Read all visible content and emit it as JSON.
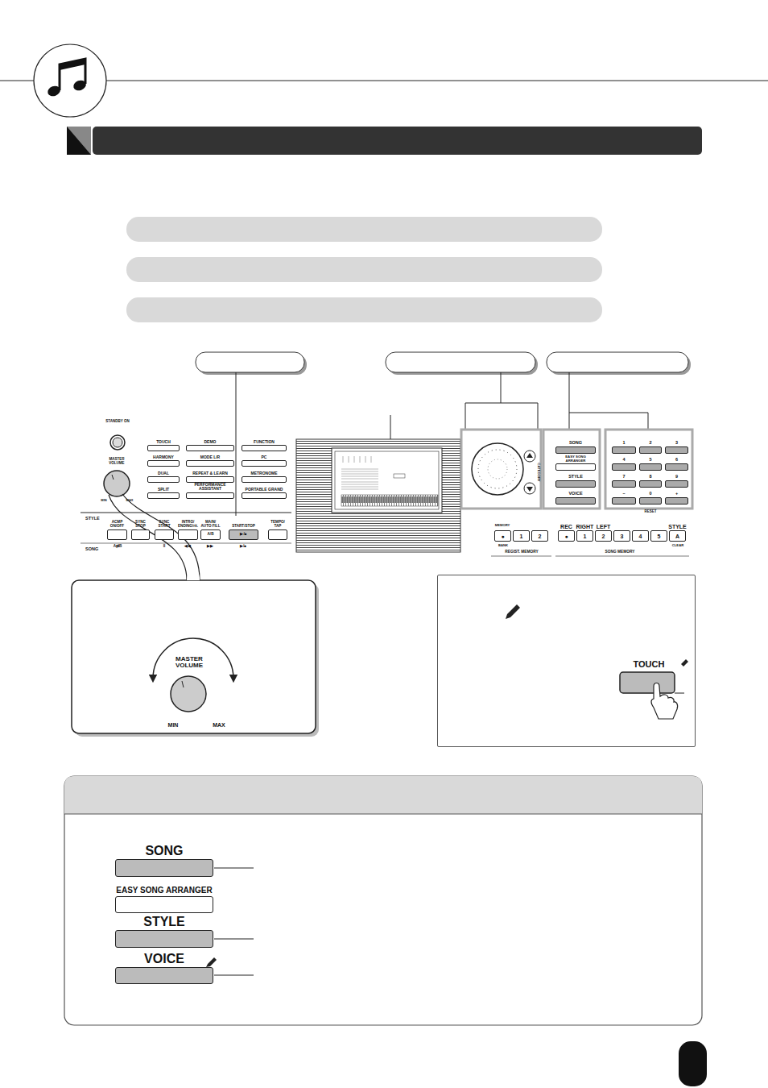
{
  "diagram": {
    "nodes": [
      {
        "text": [
          "TOUCH"
        ]
      },
      {
        "text": [
          "DEMO"
        ]
      },
      {
        "text": [
          "FUNCTION"
        ]
      },
      {
        "text": [
          "HARMONY"
        ]
      },
      {
        "text": [
          "MODE L/R"
        ]
      },
      {
        "text": [
          "PC"
        ]
      },
      {
        "text": [
          "DUAL"
        ]
      },
      {
        "text": [
          "REPEAT & LEARN"
        ]
      },
      {
        "text": [
          "METRONOME"
        ]
      },
      {
        "text": [
          "SPLIT"
        ]
      },
      {
        "text": [
          "PERFORMANCE ASSISTANT"
        ]
      },
      {
        "text": [
          "PORTABLE GRAND"
        ]
      },
      {
        "text": [
          "ACMP ON/OFF"
        ]
      },
      {
        "text": [
          "SYNC STOP"
        ]
      },
      {
        "text": [
          "SYNC START"
        ]
      },
      {
        "text": [
          "INTRO/ ENDING/rit."
        ]
      },
      {
        "text": [
          "MAIN/ AUTO FILL",
          "A/B"
        ]
      },
      {
        "text": [
          "START/STOP",
          "▶/■"
        ]
      },
      {
        "text": [
          "TEMPO/ TAP"
        ]
      },
      {
        "text": [
          "SONG"
        ]
      },
      {
        "text": [
          "EASY SONG ARRANGER"
        ]
      },
      {
        "text": [
          "STYLE"
        ]
      },
      {
        "text": [
          "VOICE"
        ]
      },
      {
        "text": [
          "1"
        ]
      },
      {
        "text": [
          "2"
        ]
      },
      {
        "text": [
          "3"
        ]
      },
      {
        "text": [
          "4"
        ]
      },
      {
        "text": [
          "5"
        ]
      },
      {
        "text": [
          "6"
        ]
      },
      {
        "text": [
          "7"
        ]
      },
      {
        "text": [
          "8"
        ]
      },
      {
        "text": [
          "9"
        ]
      },
      {
        "text": [
          "–"
        ]
      },
      {
        "text": [
          "0"
        ]
      },
      {
        "text": [
          "+"
        ]
      },
      {
        "text": [
          "●"
        ]
      },
      {
        "text": [
          "1"
        ]
      },
      {
        "text": [
          "2"
        ]
      },
      {
        "text": [
          "REC",
          "●"
        ]
      },
      {
        "text": [
          "RIGHT",
          "1"
        ]
      },
      {
        "text": [
          "LEFT",
          "2"
        ]
      },
      {
        "text": [
          "3"
        ]
      },
      {
        "text": [
          "4"
        ]
      },
      {
        "text": [
          "5"
        ]
      },
      {
        "text": [
          "STYLE",
          "A"
        ]
      },
      {
        "text": [
          "MASTER VOLUME",
          "MIN",
          "MAX"
        ]
      },
      {
        "text": [
          "TOUCH"
        ]
      },
      {
        "text": [
          "SONG"
        ]
      },
      {
        "text": [
          "EASY SONG ARRANGER"
        ]
      },
      {
        "text": [
          "STYLE"
        ]
      },
      {
        "text": [
          "VOICE"
        ]
      }
    ],
    "labels": [
      "STANDBY ON",
      "MASTER VOLUME",
      "MIN",
      "MAX",
      "STYLE",
      "A⇄B",
      "II",
      "◀◀",
      "▶▶",
      "▶/■",
      "SONG",
      "CATEGORY",
      "RESET",
      "MEMORY",
      "BANK",
      "REGIST. MEMORY",
      "SONG MEMORY",
      "CLEAR"
    ]
  }
}
